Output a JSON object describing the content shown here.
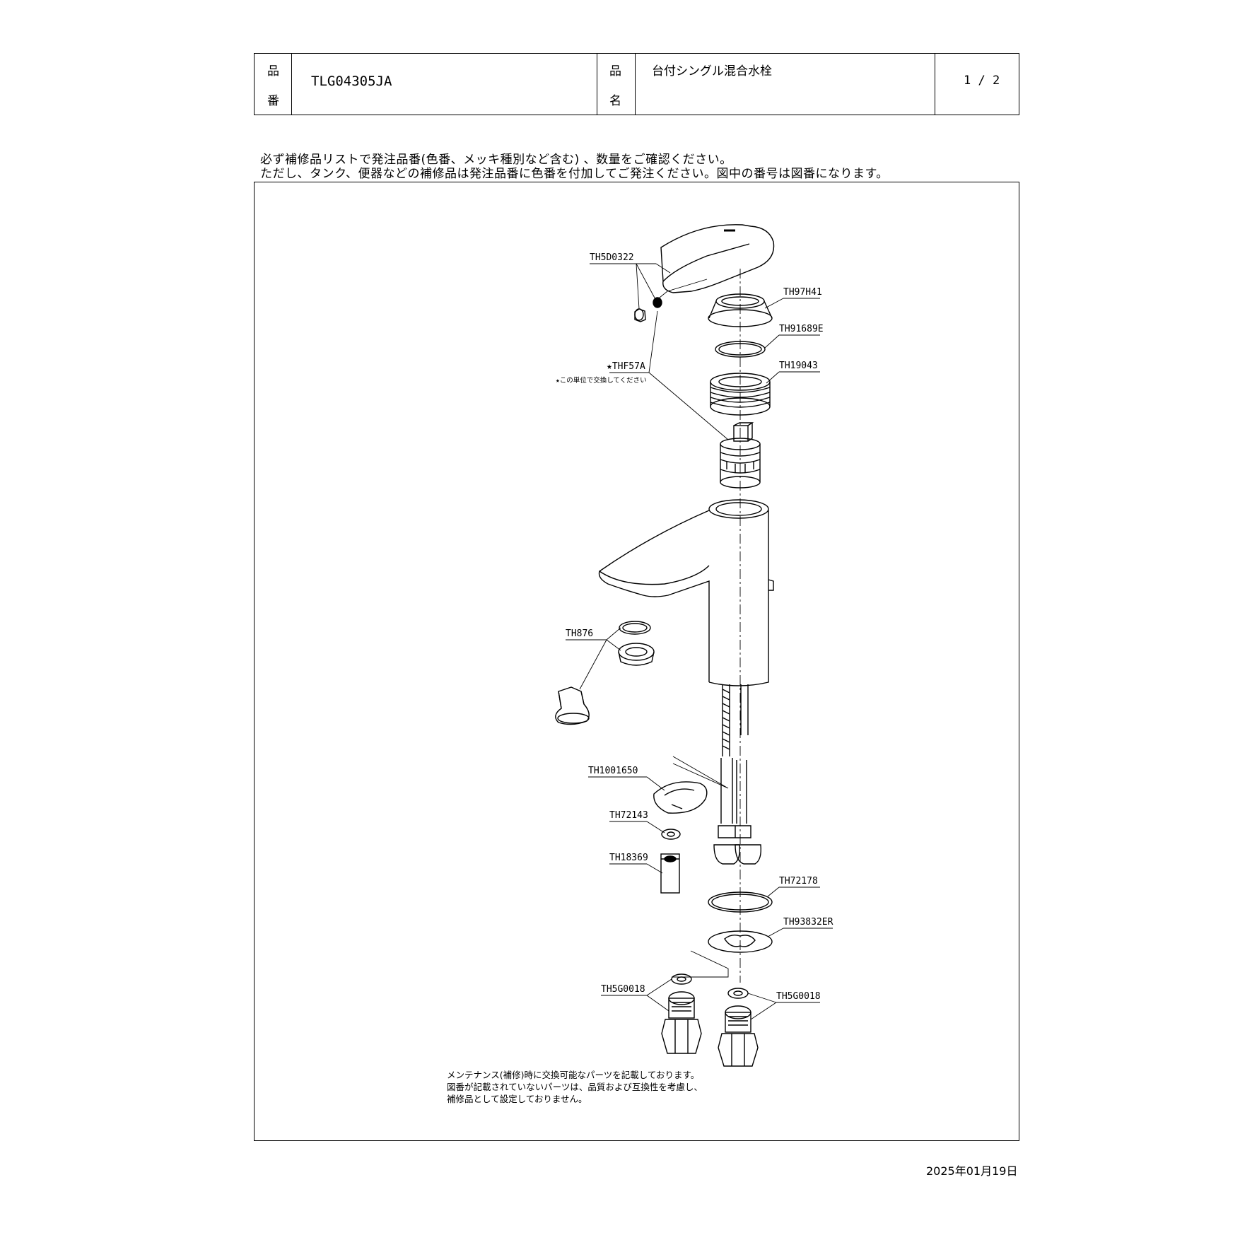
{
  "header": {
    "part_number_label_1": "品",
    "part_number_label_2": "番",
    "part_number": "TLG04305JA",
    "product_name_label_1": "品",
    "product_name_label_2": "名",
    "product_name": "台付シングル混合水栓",
    "page": "1 / 2"
  },
  "instructions": {
    "line1": "必ず補修品リストで発注品番(色番、メッキ種別など含む) 、数量をご確認ください。",
    "line2": "ただし、タンク、便器などの補修品は発注品番に色番を付加してご発注ください。図中の番号は図番になります。"
  },
  "parts": {
    "th5d0322": "TH5D0322",
    "th97h41": "TH97H41",
    "th91689e": "TH91689E",
    "th19043": "TH19043",
    "thf57a": "★THF57A",
    "thf57a_note": "★この単位で交換してください",
    "th876": "TH876",
    "th1001650": "TH1001650",
    "th72143": "TH72143",
    "th18369": "TH18369",
    "th72178": "TH72178",
    "th93832er": "TH93832ER",
    "th5g0018_left": "TH5G0018",
    "th5g0018_right": "TH5G0018"
  },
  "maintenance_note": {
    "line1": "メンテナンス(補修)時に交換可能なパーツを記載しております。",
    "line2": "図番が記載されていないパーツは、品質および互換性を考慮し、",
    "line3": "補修品として設定しておりません。"
  },
  "date": "2025年01月19日"
}
